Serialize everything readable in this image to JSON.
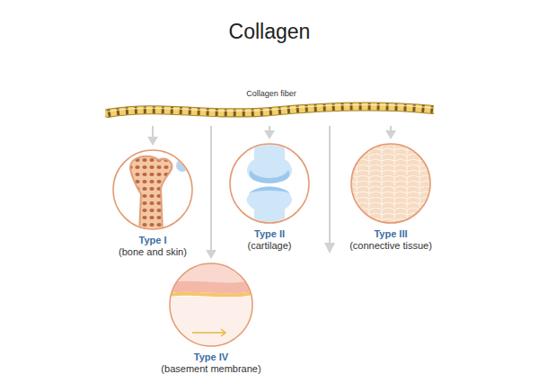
{
  "diagram": {
    "title": "Collagen",
    "nodes": [
      {
        "text": [
          "Collagen fiber"
        ]
      },
      {
        "text": [
          "Type I",
          "(bone and skin)"
        ]
      },
      {
        "text": [
          "Type II",
          "(cartilage)"
        ]
      },
      {
        "text": [
          "Type III",
          "(connective tissue)"
        ]
      },
      {
        "text": [
          "Type IV",
          "(basement membrane)"
        ]
      }
    ],
    "edges": [
      {
        "from": 0,
        "to": 1,
        "arrow": "to"
      },
      {
        "from": 0,
        "to": 4,
        "arrow": "to"
      },
      {
        "from": 0,
        "to": 2,
        "arrow": "to"
      },
      {
        "from": 0,
        "to": 3,
        "arrow": "to"
      }
    ]
  }
}
